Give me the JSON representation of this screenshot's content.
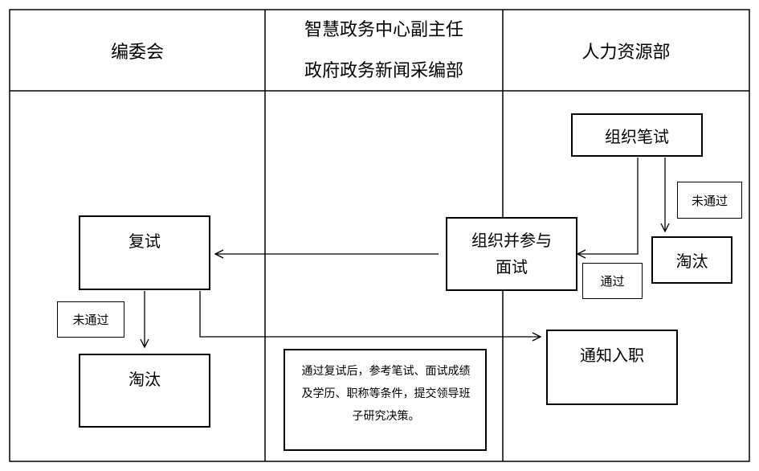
{
  "header": {
    "col1": "编委会",
    "col2_line1": "智慧政务中心副主任",
    "col2_line2": "政府政务新闻采编部",
    "col3": "人力资源部"
  },
  "nodes": {
    "organize_written": "组织笔试",
    "fail_label_right": "未通过",
    "eliminate_right": "淘汰",
    "interview_line1": "组织并参与",
    "interview_line2": "面试",
    "pass_label": "通过",
    "retest": "复试",
    "fail_label_left": "未通过",
    "eliminate_left": "淘汰",
    "notify_onboard": "通知入职",
    "note": "通过复试后，参考笔试、面试成绩及学历、职称等条件，提交领导班子研究决策。"
  }
}
